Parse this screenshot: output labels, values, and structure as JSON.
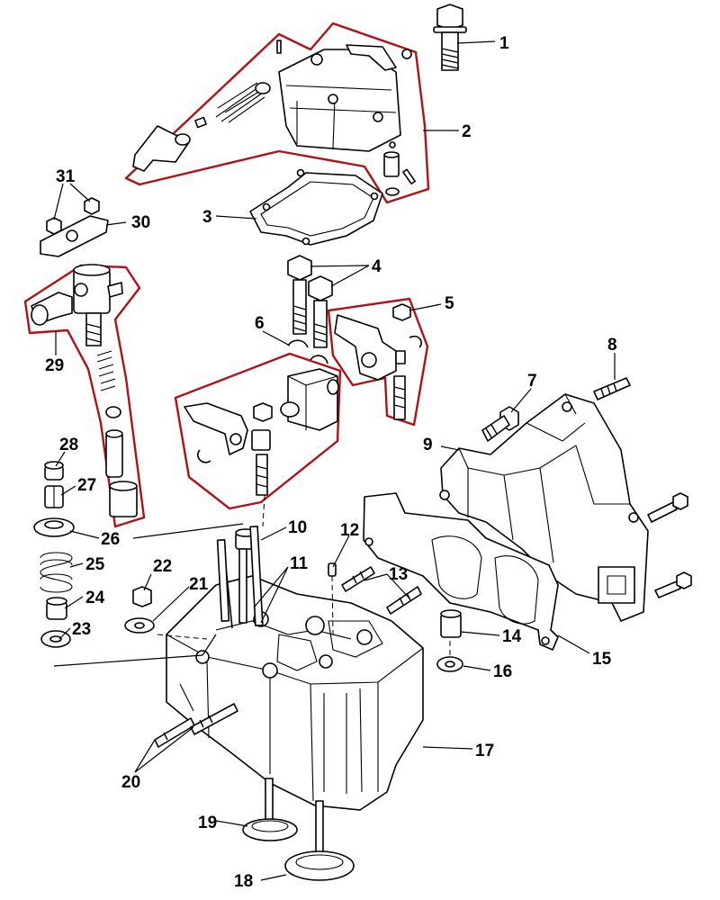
{
  "callouts": [
    {
      "id": "1",
      "text": "1"
    },
    {
      "id": "2",
      "text": "2"
    },
    {
      "id": "3",
      "text": "3"
    },
    {
      "id": "4",
      "text": "4"
    },
    {
      "id": "5",
      "text": "5"
    },
    {
      "id": "6",
      "text": "6"
    },
    {
      "id": "7",
      "text": "7"
    },
    {
      "id": "8",
      "text": "8"
    },
    {
      "id": "9",
      "text": "9"
    },
    {
      "id": "10",
      "text": "10"
    },
    {
      "id": "11",
      "text": "11"
    },
    {
      "id": "12",
      "text": "12"
    },
    {
      "id": "13",
      "text": "13"
    },
    {
      "id": "14",
      "text": "14"
    },
    {
      "id": "15",
      "text": "15"
    },
    {
      "id": "16",
      "text": "16"
    },
    {
      "id": "17",
      "text": "17"
    },
    {
      "id": "18",
      "text": "18"
    },
    {
      "id": "19",
      "text": "19"
    },
    {
      "id": "20",
      "text": "20"
    },
    {
      "id": "21",
      "text": "21"
    },
    {
      "id": "22",
      "text": "22"
    },
    {
      "id": "23",
      "text": "23"
    },
    {
      "id": "24",
      "text": "24"
    },
    {
      "id": "25",
      "text": "25"
    },
    {
      "id": "26",
      "text": "26"
    },
    {
      "id": "27",
      "text": "27"
    },
    {
      "id": "28",
      "text": "28"
    },
    {
      "id": "29",
      "text": "29"
    },
    {
      "id": "30",
      "text": "30"
    },
    {
      "id": "31",
      "text": "31"
    }
  ],
  "colors": {
    "group_outline": "#b11116",
    "line": "#000000",
    "background": "#ffffff"
  }
}
